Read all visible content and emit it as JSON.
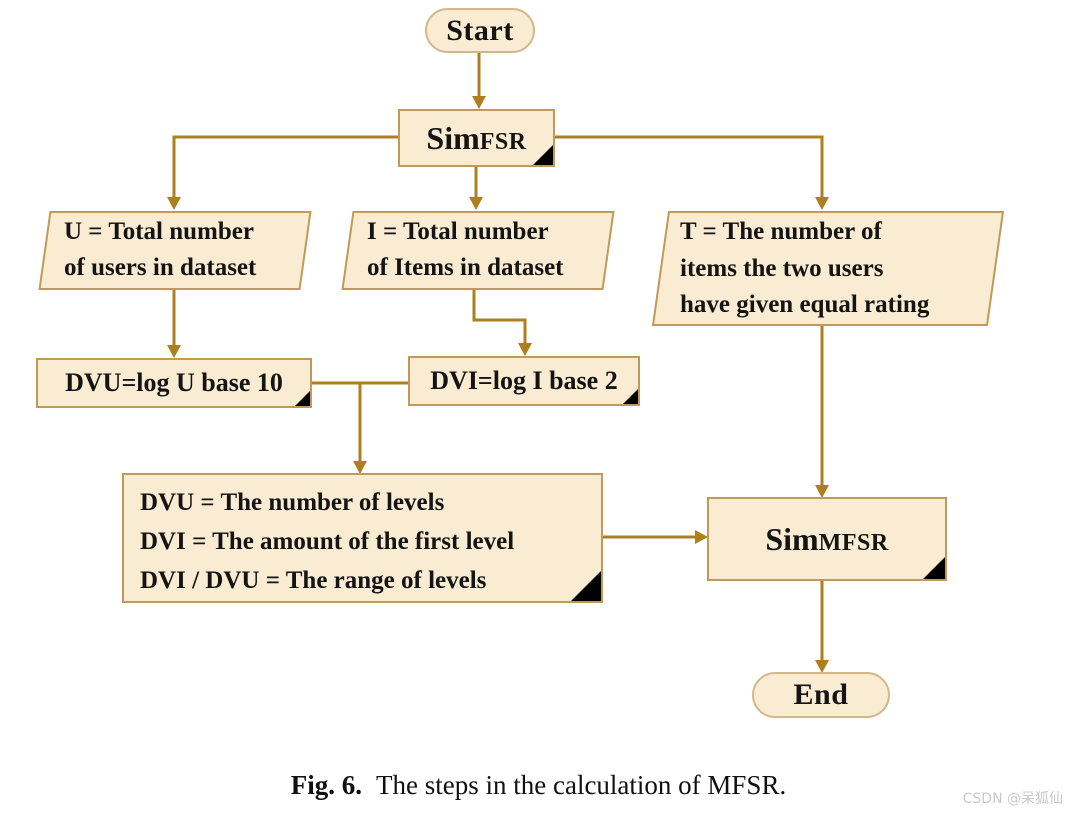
{
  "colors": {
    "node_fill": "#f9ecd2",
    "node_border": "#c09a58",
    "connector": "#ad7f1f",
    "corner_marker": "#000000",
    "text": "#141414",
    "watermark_gray": "#c9c9c9"
  },
  "nodes": {
    "start": {
      "label": "Start"
    },
    "simfsr": {
      "main": "Sim",
      "caps": "FSR"
    },
    "u_input": {
      "lines": [
        "U = Total number",
        "of users in dataset"
      ]
    },
    "i_input": {
      "lines": [
        "I = Total number",
        "of Items in dataset"
      ]
    },
    "t_input": {
      "lines": [
        "T = The number of",
        "items the two users",
        "have given equal rating"
      ]
    },
    "dvu": {
      "label": "DVU=log U base 10"
    },
    "dvi": {
      "label": "DVI=log I base 2"
    },
    "levels": {
      "lines": [
        "DVU = The number of levels",
        "DVI = The amount of the first level",
        "DVI / DVU = The range of levels"
      ]
    },
    "simmfsr": {
      "main": "Sim",
      "caps": "MFSR"
    },
    "end": {
      "label": "End"
    }
  },
  "caption": {
    "prefix": "Fig. 6.",
    "text": "The steps in the calculation of MFSR."
  },
  "watermark": "CSDN @呆狐仙"
}
